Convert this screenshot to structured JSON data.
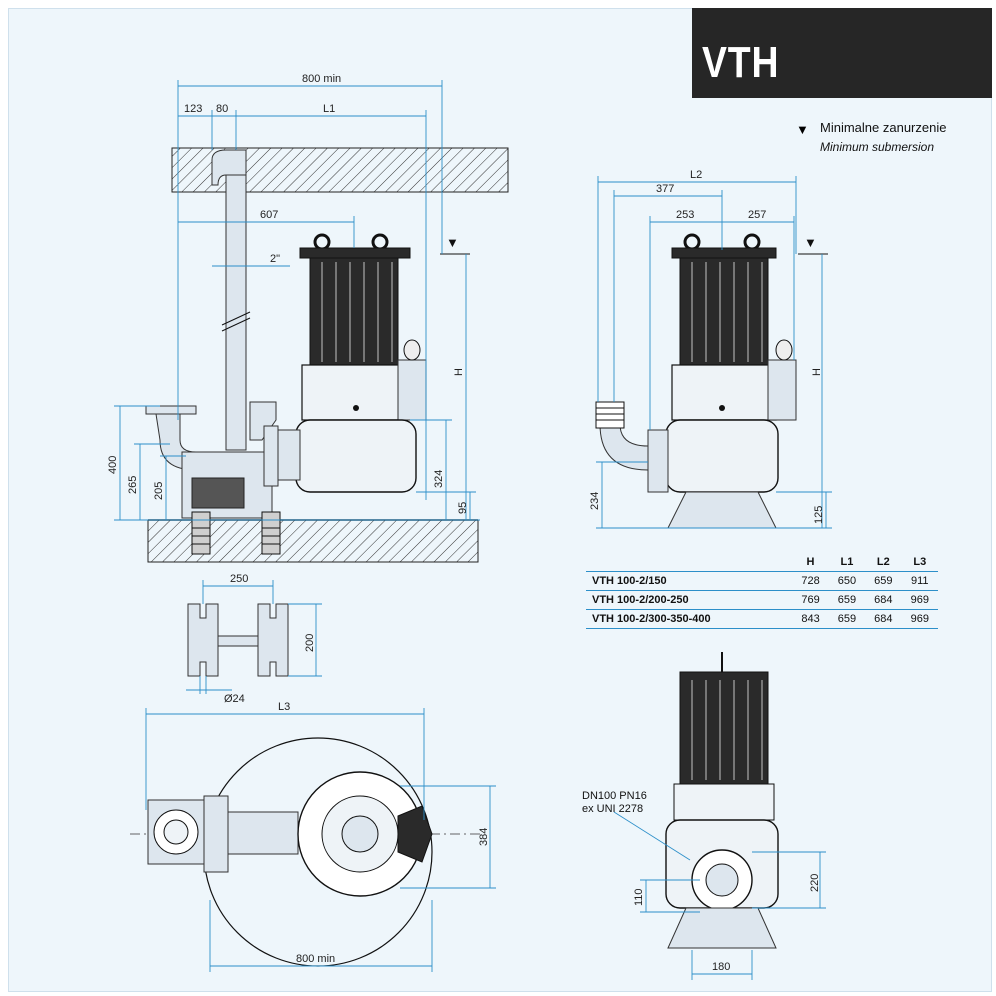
{
  "badge": {
    "title": "VTH"
  },
  "legend": {
    "icon": "submersion-level-icon",
    "label_pl": "Minimalne zanurzenie",
    "label_en": "Minimum submersion"
  },
  "side_view_dims": {
    "d800min": "800 min",
    "d123": "123",
    "d80": "80",
    "dL1": "L1",
    "d607": "607",
    "d2in": "2\"",
    "dH": "H",
    "d400": "400",
    "d265": "265",
    "d205": "205",
    "d324": "324",
    "d95": "95"
  },
  "front_view_dims": {
    "dL2": "L2",
    "d377": "377",
    "d253": "253",
    "d257": "257",
    "dH": "H",
    "d234": "234",
    "d125": "125"
  },
  "foot_dims": {
    "d250": "250",
    "d200": "200",
    "d24": "Ø24"
  },
  "plan_dims": {
    "dL3": "L3",
    "d384": "384",
    "d800min": "800 min"
  },
  "rear_dims": {
    "flange_note_1": "DN100 PN16",
    "flange_note_2": "ex UNI 2278",
    "d110": "110",
    "d220": "220",
    "d180": "180"
  },
  "table": {
    "headers": [
      "",
      "H",
      "L1",
      "L2",
      "L3"
    ],
    "rows": [
      {
        "model": "VTH 100-2/150",
        "H": "728",
        "L1": "650",
        "L2": "659",
        "L3": "911"
      },
      {
        "model": "VTH 100-2/200-250",
        "H": "769",
        "L1": "659",
        "L2": "684",
        "L3": "969"
      },
      {
        "model": "VTH 100-2/300-350-400",
        "H": "843",
        "L1": "659",
        "L2": "684",
        "L3": "969"
      }
    ]
  }
}
